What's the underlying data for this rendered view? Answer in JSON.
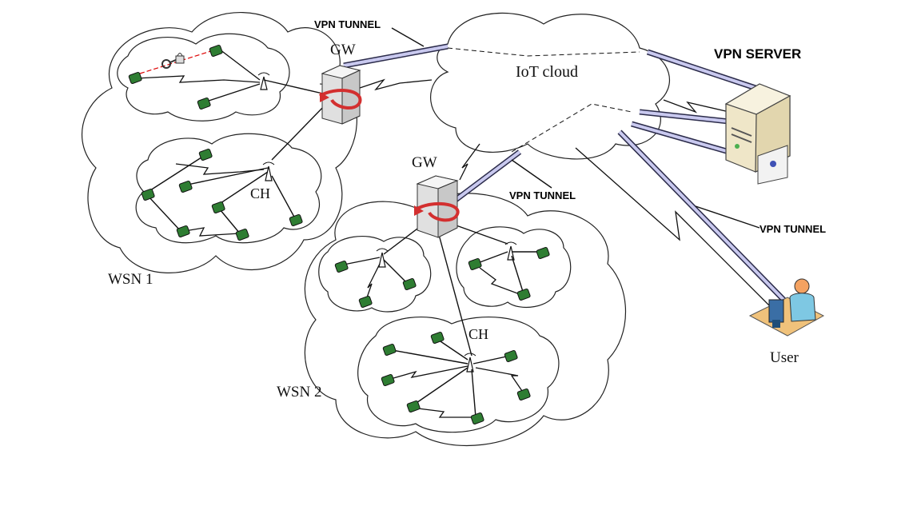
{
  "labels": {
    "gw1": "GW",
    "gw2": "GW",
    "iot_cloud": "IoT cloud",
    "vpn_server": "VPN SERVER",
    "vpn_tunnel_1": "VPN TUNNEL",
    "vpn_tunnel_2": "VPN TUNNEL",
    "vpn_tunnel_3": "VPN TUNNEL",
    "ch1": "CH",
    "ch2": "CH",
    "wsn1": "WSN 1",
    "wsn2": "WSN 2",
    "user": "User"
  },
  "colors": {
    "node_green": "#2e7d32",
    "tunnel_fill": "#c9c9ef",
    "gw_arrow": "#d32f2f",
    "server_body": "#efe6c8"
  },
  "icons": [
    "gateway-server-icon",
    "vpn-server-icon",
    "user-workstation-icon",
    "sensor-node-icon",
    "antenna-icon",
    "key-icon",
    "lock-icon"
  ]
}
